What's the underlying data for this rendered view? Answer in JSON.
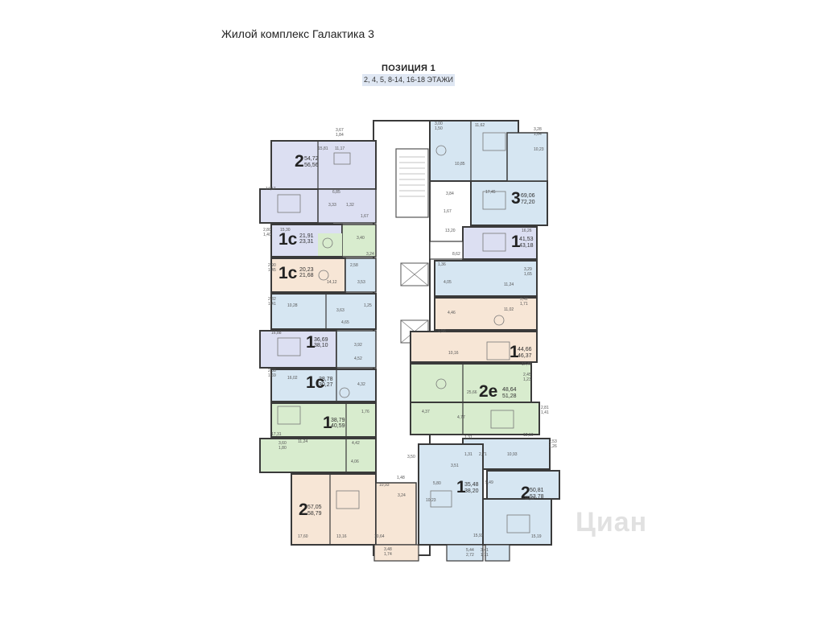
{
  "header": {
    "title": "Жилой комплекс Галактика 3",
    "position_title": "ПОЗИЦИЯ 1",
    "floors": "2, 4, 5, 8-14, 16-18 ЭТАЖИ"
  },
  "colors": {
    "lavender": "#dcdff2",
    "green": "#d8ecce",
    "peach": "#f7e6d6",
    "blue": "#d6e6f2",
    "wall": "#3a3a3a"
  },
  "apartments": [
    {
      "id": "L1",
      "rooms": "2",
      "area1": "54,72",
      "area2": "56,56"
    },
    {
      "id": "L2",
      "rooms": "1с",
      "area1": "21,91",
      "area2": "23,31"
    },
    {
      "id": "L3",
      "rooms": "1с",
      "area1": "20,23",
      "area2": "21,68"
    },
    {
      "id": "L5",
      "rooms": "1",
      "area1": "36,69",
      "area2": "38,10"
    },
    {
      "id": "L6",
      "rooms": "1с",
      "area1": "28,78",
      "area2": "30,27"
    },
    {
      "id": "L7",
      "rooms": "1",
      "area1": "38,79",
      "area2": "40,59"
    },
    {
      "id": "L8",
      "rooms": "2",
      "area1": "57,05",
      "area2": "58,79"
    },
    {
      "id": "R1",
      "rooms": "3",
      "area1": "69,06",
      "area2": "72,20"
    },
    {
      "id": "R2",
      "rooms": "1",
      "area1": "41,53",
      "area2": "43,18"
    },
    {
      "id": "R4",
      "rooms": "1",
      "area1": "44,66",
      "area2": "46,37"
    },
    {
      "id": "R5",
      "rooms": "2е",
      "area1": "48,64",
      "area2": "51,28"
    },
    {
      "id": "R7",
      "rooms": "1",
      "area1": "35,48",
      "area2": "38,20"
    },
    {
      "id": "R8",
      "rooms": "2",
      "area1": "50,81",
      "area2": "53,78"
    }
  ],
  "room_labels": [
    "3,67",
    "1,84",
    "15,81",
    "11,17",
    "14,57",
    "6,85",
    "3,33",
    "1,32",
    "1,67",
    "2,80",
    "1,40",
    "15,30",
    "3,40",
    "3,24",
    "2,90",
    "1,45",
    "2,58",
    "14,12",
    "3,53",
    "2,82",
    "1,41",
    "10,28",
    "3,63",
    "1,25",
    "4,65",
    "16,88",
    "3,92",
    "4,52",
    "2,38",
    "1,69",
    "16,02",
    "4,32",
    "1,76",
    "17,31",
    "4,42",
    "3,60",
    "1,80",
    "11,24",
    "4,06",
    "10,93",
    "1,48",
    "3,24",
    "17,60",
    "13,16",
    "10,64",
    "3,48",
    "1,74",
    "3,00",
    "1,50",
    "11,62",
    "3,28",
    "1,64",
    "10,23",
    "10,85",
    "3,84",
    "17,45",
    "1,67",
    "13,20",
    "16,26",
    "8,62",
    "1,36",
    "3,29",
    "1,65",
    "4,05",
    "11,24",
    "4,46",
    "11,02",
    "3,42",
    "1,71",
    "1,56",
    "10,16",
    "17,46",
    "2,45",
    "1,23",
    "25,66",
    "4,37",
    "4,77",
    "2,81",
    "1,41",
    "1,31",
    "12,10",
    "1,31",
    "2,71",
    "2,53",
    "1,26",
    "10,93",
    "3,50",
    "3,51",
    "5,80",
    "5,49",
    "10,23",
    "11,62",
    "15,93",
    "15,19",
    "5,44",
    "2,72",
    "3,41",
    "1,71"
  ],
  "watermark": "Циан"
}
